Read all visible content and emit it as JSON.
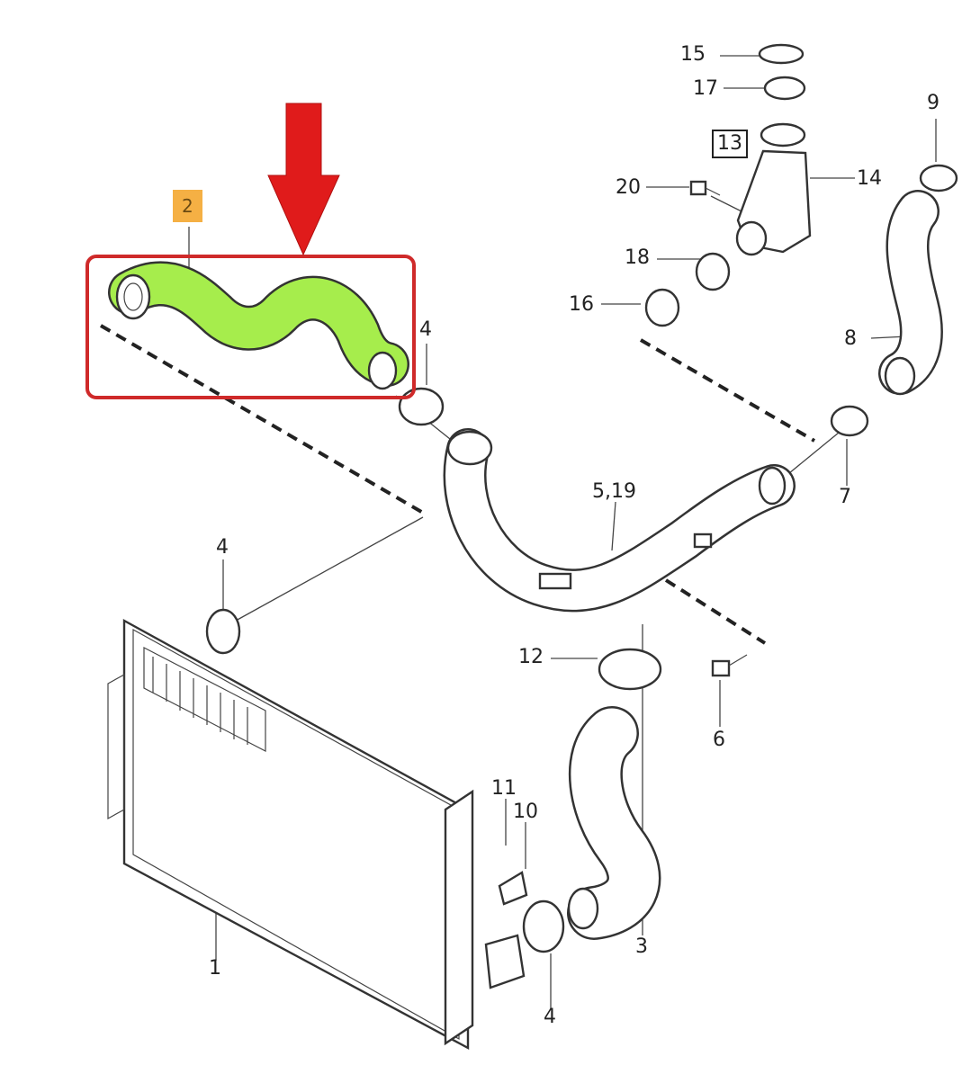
{
  "diagram": {
    "highlight_color": "#a6ed4c",
    "arrow_color": "#e01b1b",
    "frame_color": "#cf2a2a",
    "tag_color": "#f5b044"
  },
  "callouts": {
    "c1": "1",
    "c2": "2",
    "c3": "3",
    "c4a": "4",
    "c4b": "4",
    "c4c": "4",
    "c5": "5,19",
    "c6": "6",
    "c7": "7",
    "c8": "8",
    "c9": "9",
    "c10": "10",
    "c11": "11",
    "c12": "12",
    "c13": "13",
    "c14": "14",
    "c15": "15",
    "c16": "16",
    "c17": "17",
    "c18": "18",
    "c20": "20"
  }
}
